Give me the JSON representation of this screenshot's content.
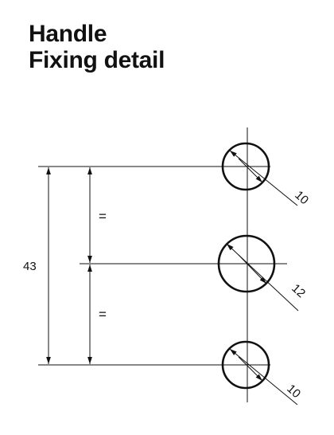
{
  "title": {
    "line1": "Handle",
    "line2": "Fixing detail"
  },
  "dimensions": {
    "overall_height": "43",
    "equal_upper": "=",
    "equal_lower": "=",
    "hole_top_diameter": "10",
    "hole_middle_diameter": "12",
    "hole_bottom_diameter": "10"
  }
}
